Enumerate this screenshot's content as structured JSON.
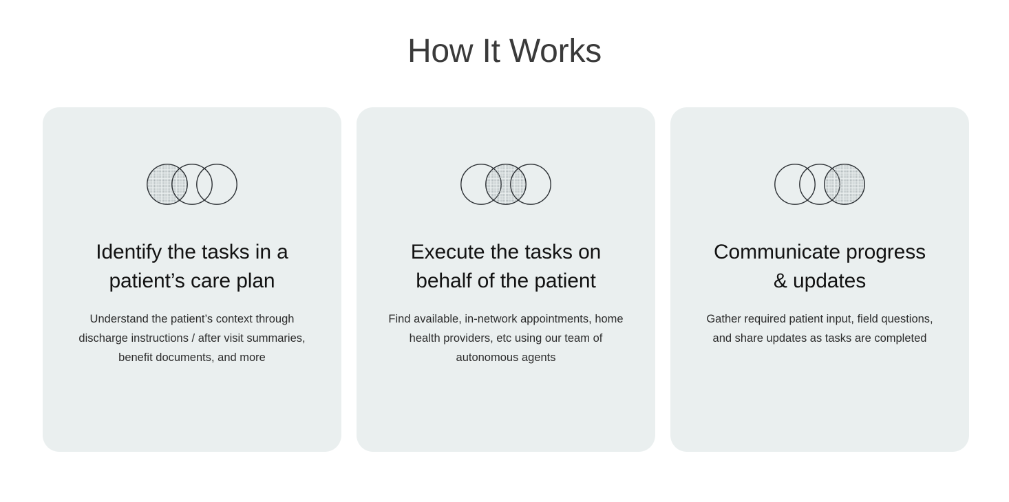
{
  "section": {
    "title": "How It Works",
    "background_color": "#ffffff",
    "title_color": "#3a3a3a"
  },
  "card_style": {
    "background_color": "#eaefef",
    "title_color": "#121212",
    "body_color": "#2c2c2c",
    "icon_stroke_color": "#2b2f33",
    "icon_dot_color": "#9aa3a6"
  },
  "cards": [
    {
      "step": 1,
      "icon_name": "three-overlapping-circles-first-filled-icon",
      "filled_circle_index": 0,
      "title": "Identify the tasks in a patient’s care plan",
      "title_lines": [
        "Identify the tasks in",
        "a patient’s care plan"
      ],
      "body": "Understand the patient’s context through discharge instructions / after visit summaries, benefit documents, and more",
      "body_lines": [
        "Understand the patient’s context",
        "through discharge instructions / after",
        "visit summaries, benefit documents,",
        "and more"
      ]
    },
    {
      "step": 2,
      "icon_name": "three-overlapping-circles-middle-filled-icon",
      "filled_circle_index": 1,
      "title": "Execute the tasks on behalf of the patient",
      "title_lines": [
        "Execute the tasks on",
        "behalf of the patient"
      ],
      "body": "Find available, in-network appointments, home health providers, etc using our team of autonomous agents",
      "body_lines": [
        "Find available, in-network",
        "appointments, home health providers,",
        "etc using our team of autonomous",
        "agents"
      ]
    },
    {
      "step": 3,
      "icon_name": "three-overlapping-circles-last-filled-icon",
      "filled_circle_index": 2,
      "title": "Communicate progress & updates",
      "title_lines": [
        "Communicate",
        "progress & updates"
      ],
      "body": "Gather required patient input, field questions, and share updates as tasks are completed",
      "body_lines": [
        "Gather required patient input, field",
        "questions, and share updates as tasks",
        "are completed"
      ]
    }
  ]
}
